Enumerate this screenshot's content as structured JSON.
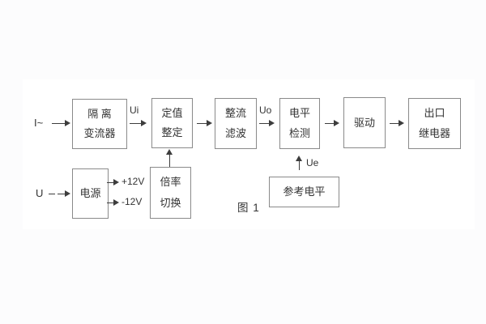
{
  "caption": "图 1",
  "inputs": {
    "current_label": "I~",
    "voltage_label": "U"
  },
  "signals": {
    "ui": "Ui",
    "uo": "Uo",
    "ue": "Ue",
    "pos12": "+12V",
    "neg12": "-12V"
  },
  "blocks": {
    "isolation_converter": {
      "line1": "隔 离",
      "line2": "变流器"
    },
    "setting_adjust": {
      "line1": "定值",
      "line2": "整定"
    },
    "rectifier_filter": {
      "line1": "整流",
      "line2": "滤波"
    },
    "level_detect": {
      "line1": "电平",
      "line2": "检测"
    },
    "driver": {
      "label": "驱动"
    },
    "output_relay": {
      "line1": "出口",
      "line2": "继电器"
    },
    "power_supply": {
      "label": "电源"
    },
    "ratio_switch": {
      "line1": "倍率",
      "line2": "切换"
    },
    "reference_level": {
      "label": "参考电平"
    }
  },
  "colors": {
    "background": "#fcfcfd",
    "panel": "#ffffff",
    "block_border": "#8a8a8a",
    "line": "#3d3d3d",
    "text": "#333333"
  }
}
